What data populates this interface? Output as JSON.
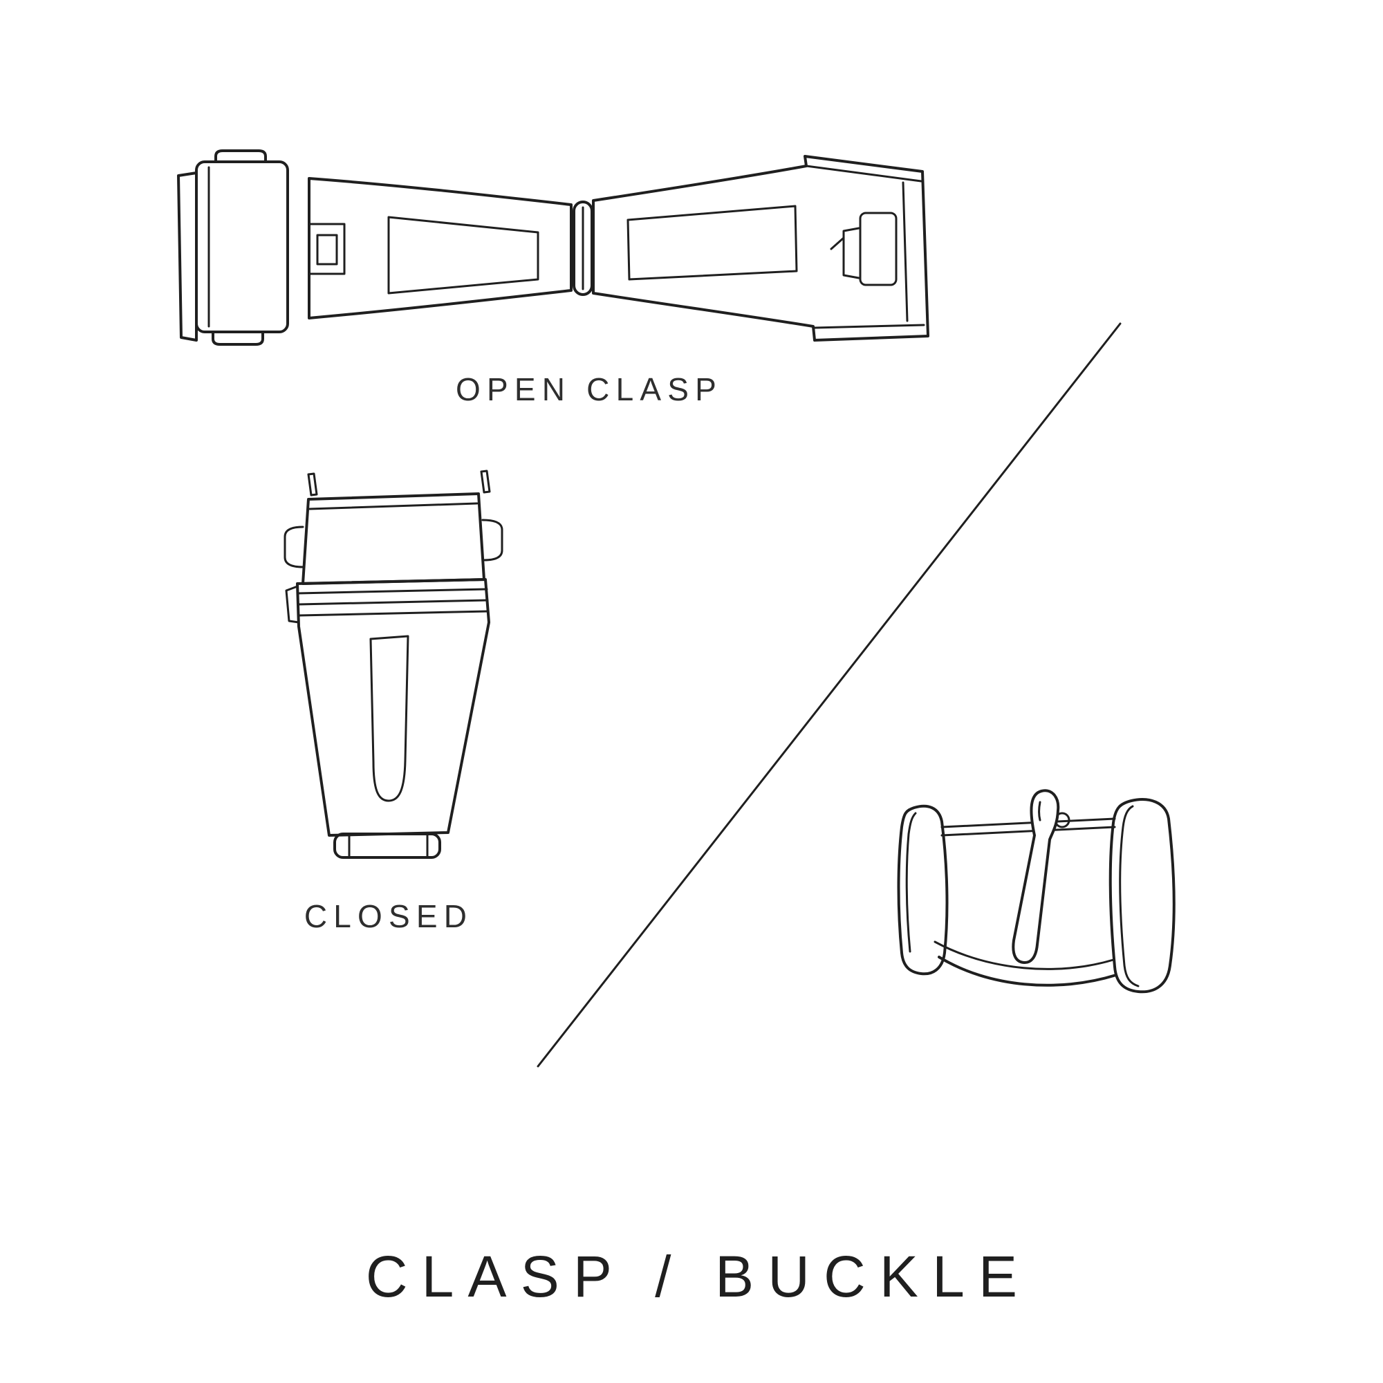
{
  "colors": {
    "background": "#ffffff",
    "ink": "#1f1f1f",
    "text": "#2e2e2e"
  },
  "figures": {
    "open_clasp": {
      "icon": "open-clasp-illustration",
      "label": "OPEN CLASP"
    },
    "closed_clasp": {
      "icon": "closed-clasp-illustration",
      "label": "CLOSED"
    },
    "buckle": {
      "icon": "buckle-illustration"
    }
  },
  "divider": {
    "icon": "diagonal-line-divider"
  },
  "title": "CLASP / BUCKLE"
}
